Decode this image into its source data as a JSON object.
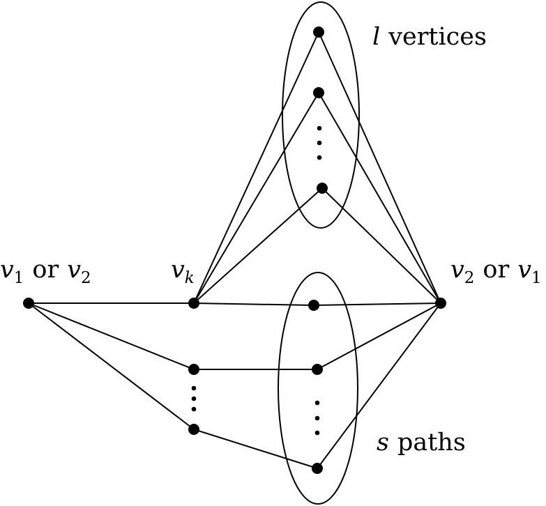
{
  "labels": {
    "left": {
      "v": "v",
      "i": "1",
      "or": "or",
      "v2": "v",
      "j": "2"
    },
    "middle": {
      "v": "v",
      "k": "k"
    },
    "right": {
      "v": "v",
      "i": "2",
      "or": "or",
      "v2": "v",
      "j": "1"
    },
    "top_set": {
      "var": "l",
      "text": "vertices"
    },
    "bottom_set": {
      "var": "s",
      "text": "paths"
    }
  },
  "style": {
    "stroke": "#000000",
    "fill": "#000000"
  }
}
